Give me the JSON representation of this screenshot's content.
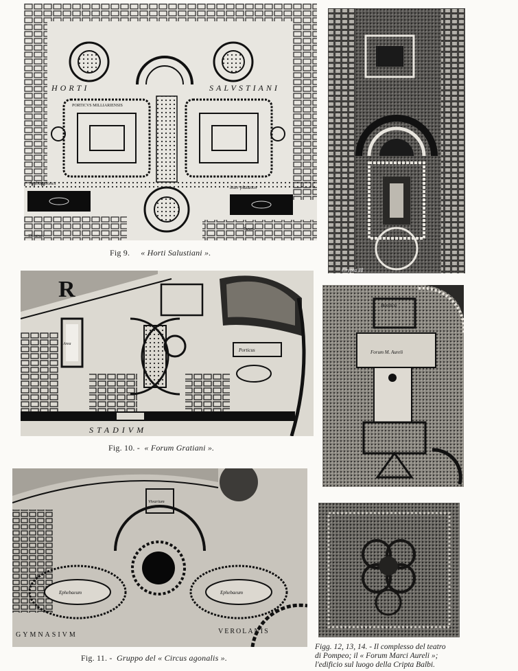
{
  "plates": {
    "fig9": {
      "labels": [
        "HORTI",
        "SALVSTIANI",
        "PORTICVS MILLIARIENSIS",
        "Ambulationes",
        "inter platanos",
        "Theatrum",
        "Buxetu"
      ]
    },
    "fig10": {
      "labels": [
        "R",
        "STADIVM",
        "Porticus",
        "Area"
      ]
    },
    "fig11": {
      "labels": [
        "Vivarium",
        "Ephebaeum",
        "Ephebaeum",
        "GYMNASIVM",
        "VEROLANIS"
      ]
    },
    "fig12": {
      "labels": [
        "Crypta Bl"
      ]
    },
    "fig13": {
      "labels": [
        "Basilica",
        "Forum M. Aureli"
      ]
    }
  },
  "captions": {
    "fig9": {
      "number": "Fig 9.",
      "title": "« Horti Salustiani »."
    },
    "fig10": {
      "number": "Fig. 10. -",
      "title": "« Forum Gratiani »."
    },
    "fig11": {
      "number": "Fig. 11. -",
      "title": "Gruppo del « Circus agonalis »."
    },
    "fig12_14": {
      "lines": [
        "Figg. 12, 13, 14. - Il complesso del teatro",
        "di Pompeo; il « Forum Marci Aureli »;",
        "l'edificio sul luogo della Cripta Balbi."
      ]
    }
  }
}
